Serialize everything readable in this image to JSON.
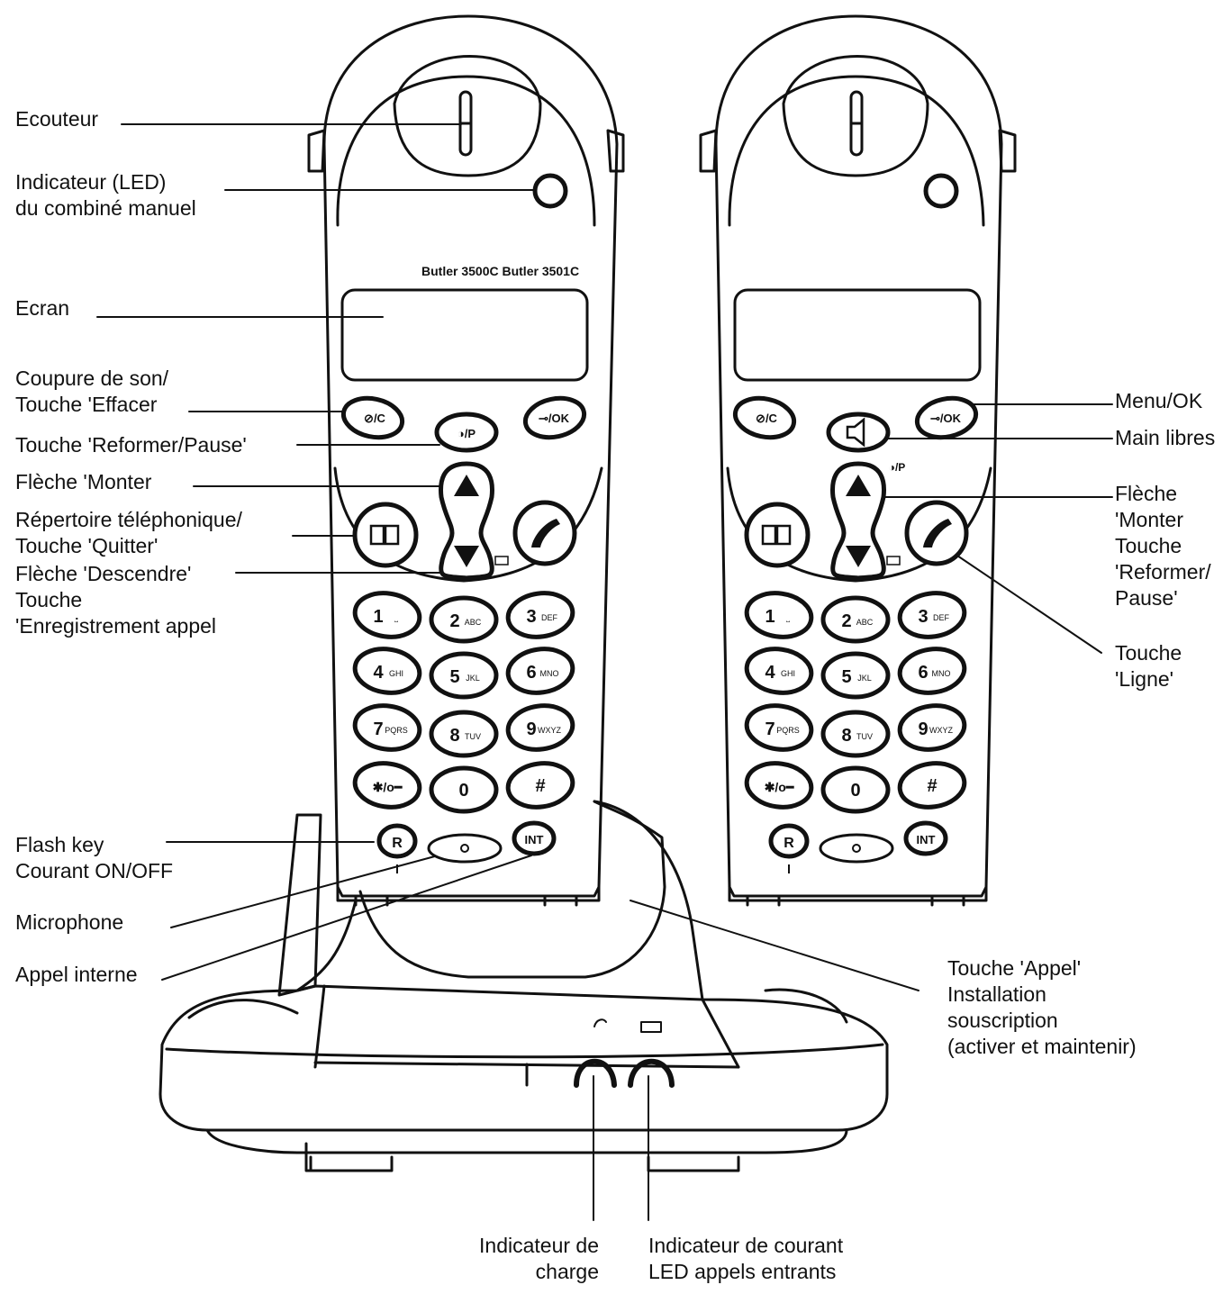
{
  "model_label": "Butler 3500C Butler 3501C",
  "labels": {
    "ecouteur": [
      "Ecouteur"
    ],
    "led": [
      "Indicateur (LED)",
      "du combiné manuel"
    ],
    "ecran": [
      "Ecran"
    ],
    "coupure": [
      "Coupure de son/",
      "Touche 'Effacer"
    ],
    "reformer": [
      "Touche 'Reformer/Pause'"
    ],
    "fleche_monter": [
      "Flèche 'Monter"
    ],
    "repertoire": [
      "Répertoire téléphonique/",
      "Touche 'Quitter'"
    ],
    "fleche_descendre": [
      "Flèche 'Descendre'",
      "Touche",
      "'Enregistrement appel"
    ],
    "flash": [
      "Flash key",
      "Courant ON/OFF"
    ],
    "microphone": [
      "Microphone"
    ],
    "appel_interne": [
      "Appel interne"
    ],
    "menu_ok": [
      "Menu/OK"
    ],
    "main_libres": [
      "Main libres"
    ],
    "fleche_monter_r": [
      "Flèche",
      "'Monter",
      "Touche",
      "'Reformer/",
      "Pause'"
    ],
    "touche_ligne": [
      "Touche",
      "'Ligne'"
    ],
    "touche_appel": [
      "Touche 'Appel'",
      "Installation",
      "souscription",
      "(activer et maintenir)"
    ],
    "ind_charge": [
      "Indicateur de",
      "charge"
    ],
    "ind_courant": [
      "Indicateur de courant",
      "LED appels entrants"
    ]
  },
  "keys": {
    "mute": "⊘/C",
    "menu": "⊸/OK",
    "redial": "◑/P",
    "redial_small": "◑/P",
    "row1": [
      "1",
      "2",
      "3"
    ],
    "row1_sub": [
      "⎵",
      "ABC",
      "DEF"
    ],
    "row2": [
      "4",
      "5",
      "6"
    ],
    "row2_sub": [
      "GHI",
      "JKL",
      "MNO"
    ],
    "row3": [
      "7",
      "8",
      "9"
    ],
    "row3_sub": [
      "PQRS",
      "TUV",
      "WXYZ"
    ],
    "row4": [
      "✱/o━",
      "0",
      "#"
    ],
    "r": "R",
    "int": "INT"
  }
}
